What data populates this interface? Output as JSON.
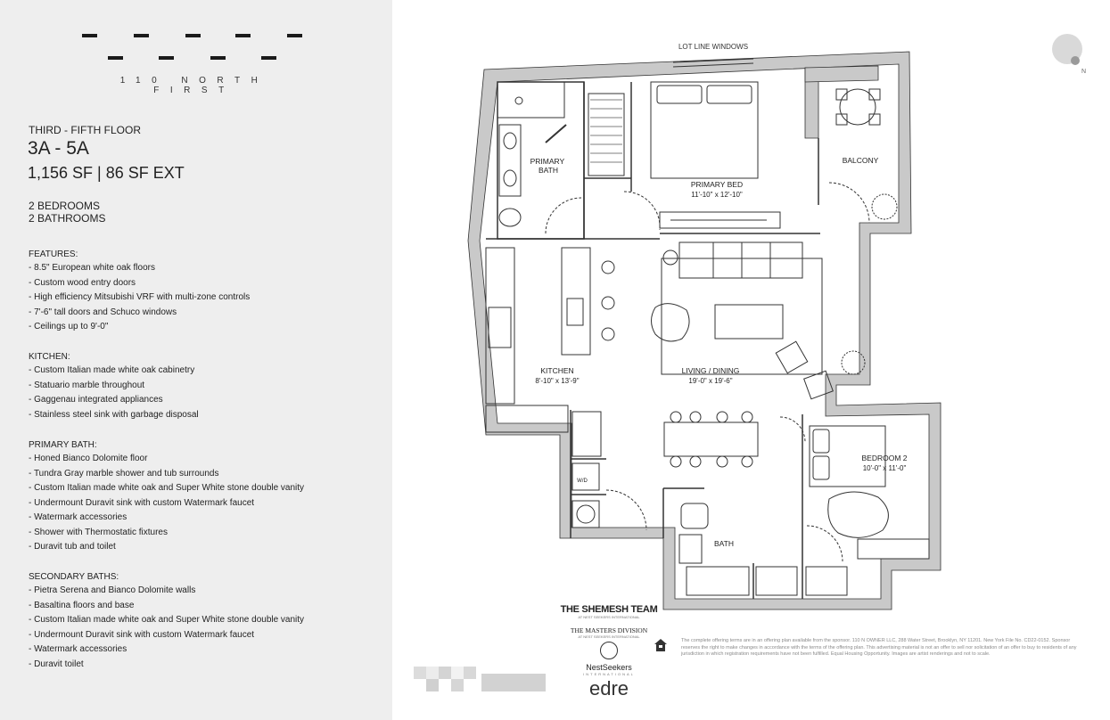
{
  "building": {
    "wordmark": "110 NORTH FIRST"
  },
  "unit": {
    "floor": "THIRD - FIFTH FLOOR",
    "name": "3A - 5A",
    "area": "1,156 SF | 86 SF EXT",
    "bedrooms": "2 BEDROOMS",
    "bathrooms": "2 BATHROOMS"
  },
  "sections": [
    {
      "title": "FEATURES:",
      "items": [
        "8.5\" European white oak floors",
        "Custom wood entry doors",
        "High efficiency Mitsubishi VRF with multi-zone controls",
        "7'-6\" tall doors and Schuco windows",
        "Ceilings up to 9'-0\""
      ]
    },
    {
      "title": "KITCHEN:",
      "items": [
        "Custom Italian made white oak cabinetry",
        "Statuario marble throughout",
        "Gaggenau integrated appliances",
        "Stainless steel sink with garbage disposal"
      ]
    },
    {
      "title": "PRIMARY BATH:",
      "items": [
        "Honed Bianco Dolomite floor",
        "Tundra Gray marble shower and tub surrounds",
        "Custom Italian made white oak and Super White stone double vanity",
        "Undermount Duravit sink with custom Watermark faucet",
        "Watermark accessories",
        "Shower with Thermostatic fixtures",
        "Duravit tub and toilet"
      ]
    },
    {
      "title": "SECONDARY BATHS:",
      "items": [
        "Pietra Serena and Bianco Dolomite walls",
        "Basaltina floors and base",
        "Custom Italian made white oak and Super White stone double vanity",
        "Undermount Duravit sink with custom Watermark faucet",
        "Watermark accessories",
        "Duravit toilet"
      ]
    }
  ],
  "plan": {
    "lot_line": "LOT LINE WINDOWS",
    "compass": "N",
    "rooms": {
      "primary_bath": [
        "PRIMARY",
        "BATH"
      ],
      "primary_bed": "PRIMARY BED",
      "primary_bed_dim": "11'-10\" x 12'-10\"",
      "balcony": "BALCONY",
      "kitchen": "KITCHEN",
      "kitchen_dim": "8'-10\" x 13'-9\"",
      "living": "LIVING / DINING",
      "living_dim": "19'-0\" x 19'-6\"",
      "bedroom2": "BEDROOM 2",
      "bedroom2_dim": "10'-0\" x 11'-0\"",
      "bath": "BATH",
      "wd": "W/D"
    }
  },
  "brands": {
    "shemesh": "THE SHEMESH TEAM",
    "shemesh_sub": "AT NEST SEEKERS INTERNATIONAL",
    "masters": "THE MASTERS DIVISION",
    "masters_sub": "AT NEST SEEKERS INTERNATIONAL",
    "nestseekers": "NestSeekers",
    "nestseekers_sub": "INTERNATIONAL",
    "edre": "edre"
  },
  "disclaimer": "The complete offering terms are in an offering plan available from the sponsor. 110 N OWNER LLC, 288 Water Street, Brooklyn, NY 11201. New York File No. CD22-0152. Sponsor reserves the right to make changes in accordance with the terms of the offering plan. This advertising material is not an offer to sell nor solicitation of an offer to buy to residents of any jurisdiction in which registration requirements have not been fulfilled. Equal Housing Opportunity. Images are artist renderings and not to scale.",
  "colors": {
    "panel": "#eeeeee",
    "wall": "#c9c9c9",
    "line": "#222222"
  }
}
